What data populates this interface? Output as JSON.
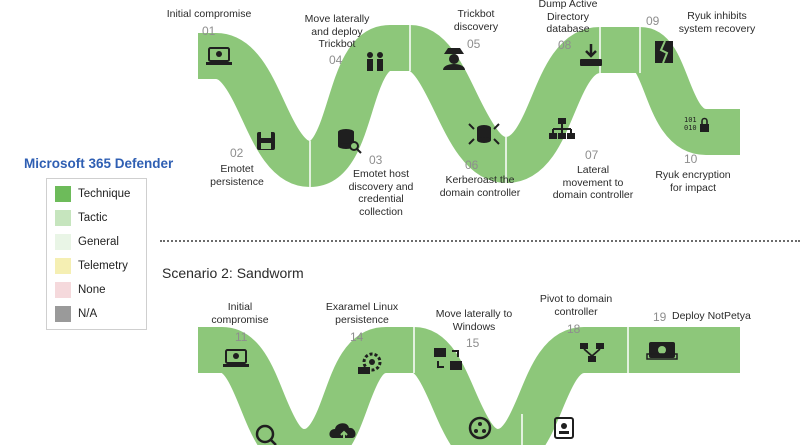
{
  "colors": {
    "band": "#8dc77a",
    "band_border": "#ffffff",
    "icon": "#1f1f1f",
    "title": "#2f5fb3"
  },
  "diagram": {
    "title": "Microsoft 365 Defender",
    "scenario2_title": "Scenario 2: Sandworm",
    "legend": [
      {
        "label": "Technique",
        "color": "#6dbb5a"
      },
      {
        "label": "Tactic",
        "color": "#c6e5be"
      },
      {
        "label": "General",
        "color": "#e9f5e6"
      },
      {
        "label": "Telemetry",
        "color": "#f5efb3"
      },
      {
        "label": "None",
        "color": "#f5d9dc"
      },
      {
        "label": "N/A",
        "color": "#9a9a9a"
      }
    ],
    "scenario1_steps": [
      {
        "num": "01",
        "label": "Initial compromise",
        "icon": "compromise-icon"
      },
      {
        "num": "02",
        "label": "Emotet\npersistence",
        "icon": "floppy-icon"
      },
      {
        "num": "03",
        "label": "Emotet host\ndiscovery and\ncredential\ncollection",
        "icon": "database-search-icon"
      },
      {
        "num": "04",
        "label": "Move laterally\nand deploy\nTrickbot",
        "icon": "users-icon"
      },
      {
        "num": "05",
        "label": "Trickbot\ndiscovery",
        "icon": "detective-icon"
      },
      {
        "num": "06",
        "label": "Kerberoast the\ndomain controller",
        "icon": "database-arrows-icon"
      },
      {
        "num": "07",
        "label": "Lateral\nmovement to\ndomain controller",
        "icon": "network-icon"
      },
      {
        "num": "08",
        "label": "Dump Active\nDirectory\ndatabase",
        "icon": "download-drive-icon"
      },
      {
        "num": "09",
        "label": "Ryuk inhibits\nsystem recovery",
        "icon": "broken-glass-icon"
      },
      {
        "num": "10",
        "label": "Ryuk encryption\nfor impact",
        "icon": "binary-lock-icon"
      }
    ],
    "scenario2_steps": [
      {
        "num": "11",
        "label": "Initial\ncompromise",
        "icon": "compromise-icon"
      },
      {
        "num": "14",
        "label": "Exaramel Linux\npersistence",
        "icon": "gear-cloud-icon"
      },
      {
        "num": "15",
        "label": "Move laterally to\nWindows",
        "icon": "computers-arrows-icon"
      },
      {
        "num": "18",
        "label": "Pivot to domain\ncontroller",
        "icon": "pivot-network-icon"
      },
      {
        "num": "19",
        "label": "Deploy NotPetya",
        "icon": "money-icon"
      }
    ]
  }
}
